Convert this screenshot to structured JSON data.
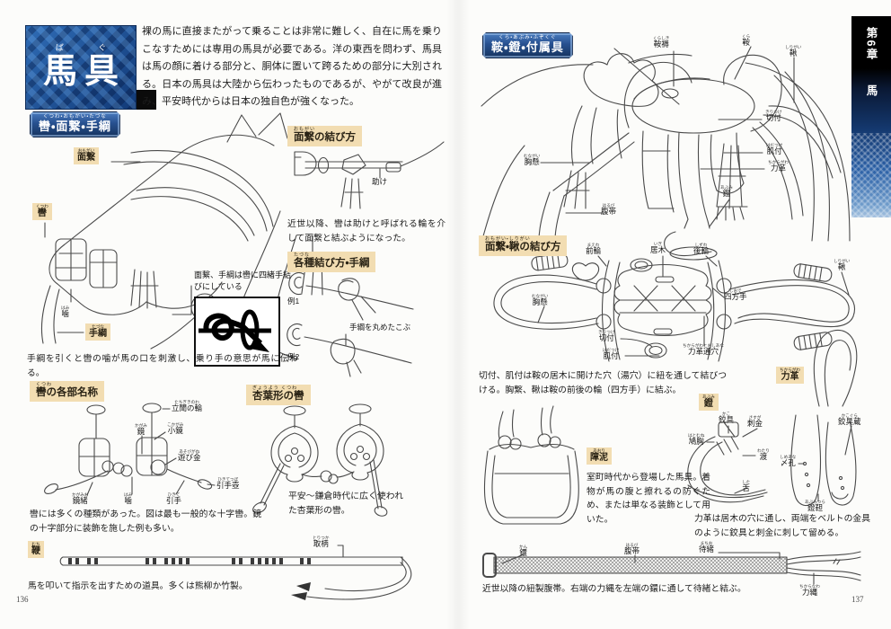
{
  "meta": {
    "page_left": "136",
    "page_right": "137",
    "chapter": {
      "no": "第6章",
      "subject": "馬"
    }
  },
  "colors": {
    "header_blue": "#1e3f7d",
    "badge_tan": "#f2ddb2",
    "ink": "#1c1c1c",
    "line": "#4b4b4b"
  },
  "title_block": {
    "furigana": "ば ぐ",
    "title": "馬具"
  },
  "intro": {
    "text": "裸の馬に直接またがって乗ることは非常に難しく、自在に馬を乗りこなすためには専用の馬具が必要である。洋の東西を問わず、馬具は馬の顔に着ける部分と、胴体に置いて跨るための部分に大別される。日本の馬具は大陸から伝わったものであるが、やがて改良が進み、平安時代からは日本の独自色が強くなった。"
  },
  "left": {
    "h_bridle": {
      "f": "くつわ・おもがい・たづな",
      "t": "轡・面繋・手綱"
    },
    "bridle": {
      "omogai": {
        "f": "おもがい",
        "t": "面繋"
      },
      "kutsuwa": {
        "f": "くつわ",
        "t": "轡"
      },
      "hami": {
        "f": "はみ",
        "t": "噛"
      },
      "tazuna": {
        "f": "たづな",
        "t": "手綱"
      },
      "note": "面繋、手綱は轡に四緒手結びにしている",
      "caption": "手綱を引くと轡の噛が馬の口を刺激し、乗り手の意思が馬に伝わる。"
    },
    "knot_how": {
      "header": {
        "f": "おもがい",
        "t": "面繋の結び方"
      },
      "tasuke": "助け",
      "caption": "近世以降、轡は助けと呼ばれる輪を介して面繋と結ぶようになった。"
    },
    "knot_kinds": {
      "header": {
        "f": "たづな",
        "t": "各種結び方・手綱"
      },
      "rei1": "例1",
      "rei2": "例2",
      "kobu": "手綱を丸めたこぶ"
    },
    "bit_parts": {
      "header": {
        "f": "くつわ",
        "t": "轡の各部名称"
      },
      "labels": [
        {
          "f": "たちぎきのわ",
          "t": "立聞の輪"
        },
        {
          "f": "かがみ",
          "t": "鏡"
        },
        {
          "f": "こかがみ",
          "t": "小鏡"
        },
        {
          "f": "あそびがね",
          "t": "遊び金"
        },
        {
          "f": "ひきてつぼ",
          "t": "引手壺"
        },
        {
          "f": "かがみお",
          "t": "鏡緒"
        },
        {
          "f": "はみ",
          "t": "噛"
        },
        {
          "f": "ひきて",
          "t": "引手"
        }
      ],
      "caption": "轡には多くの種類があった。図は最も一般的な十字轡。鏡の十字部分に装飾を施した例も多い。"
    },
    "gyoyo": {
      "header": {
        "f": "ぎょうよう くつわ",
        "t": "杏葉形の轡"
      },
      "caption": "平安～鎌倉時代に広く使われた杏葉形の轡。"
    },
    "whip": {
      "badge": {
        "f": "むち",
        "t": "鞭"
      },
      "toritsuka": {
        "f": "とりつか",
        "t": "取柄"
      },
      "caption": "馬を叩いて指示を出すための道具。多くは熊柳か竹製。"
    }
  },
  "right": {
    "h_saddle": {
      "f": "くら・あぶみ・ふぞくぐ",
      "t": "鞍・鐙・付属具"
    },
    "horse": {
      "labels": [
        {
          "f": "くらしき",
          "t": "鞍褥"
        },
        {
          "f": "くら",
          "t": "鞍"
        },
        {
          "f": "しりがい",
          "t": "鞦"
        },
        {
          "f": "きりつけ",
          "t": "切付"
        },
        {
          "f": "はだつけ",
          "t": "肌付"
        },
        {
          "f": "ちからがわ",
          "t": "力革"
        },
        {
          "f": "あぶみ",
          "t": "鐙"
        },
        {
          "f": "むながい",
          "t": "胸懸"
        },
        {
          "f": "はるび",
          "t": "腹帯"
        }
      ]
    },
    "tie": {
      "header": {
        "f": "おもがい・しりがい",
        "t": "面繋・鞦の結び方"
      },
      "labels": [
        {
          "f": "まえわ",
          "t": "前輪"
        },
        {
          "f": "いぎ",
          "t": "居木"
        },
        {
          "f": "しずわ",
          "t": "後輪"
        },
        {
          "f": "しりがい",
          "t": "鞦"
        },
        {
          "f": "むながい",
          "t": "胸懸"
        },
        {
          "f": "しおで",
          "t": "四方手"
        },
        {
          "f": "きりつけ",
          "t": "切付"
        },
        {
          "f": "はだつけ",
          "t": "肌付"
        },
        {
          "f": "ちからがわとおしあな",
          "t": "力革通穴"
        }
      ],
      "caption": "切付、肌付は鞍の居木に開けた穴（湯穴）に紐を通して結びつける。胸繋、鞦は鞍の前後の輪（四方手）に結ぶ。"
    },
    "aori": {
      "badge": {
        "f": "あおり",
        "t": "障泥"
      },
      "caption": "室町時代から登場した馬具。着物が馬の腹と擦れるの防ぐため、または単なる装飾として用いた。"
    },
    "chikaragawa": {
      "f": "ちからがわ",
      "t": "力革"
    },
    "abumi": {
      "badge": {
        "f": "あぶみ",
        "t": "鐙"
      },
      "labels": [
        {
          "f": "かこ",
          "t": "鉸具"
        },
        {
          "f": "さすが",
          "t": "刺金"
        },
        {
          "f": "はとむね",
          "t": "鳩胸"
        },
        {
          "f": "わたり",
          "t": "渡"
        },
        {
          "f": "した",
          "t": "舌"
        },
        {
          "f": "しめあな",
          "t": "〆孔"
        },
        {
          "f": "かこぐら",
          "t": "鉸具蔵"
        },
        {
          "f": "あぶみつら",
          "t": "鐙靼"
        }
      ],
      "caption": "力革は居木の穴に通し、両端をベルトの金具のように鉸具と刺金に刺して留める。"
    },
    "belt": {
      "labels": [
        {
          "f": "かん",
          "t": "鐶"
        },
        {
          "f": "はるび",
          "t": "腹帯"
        },
        {
          "f": "まちお",
          "t": "待緒"
        },
        {
          "f": "ちからなわ",
          "t": "力縄"
        }
      ],
      "caption": "近世以降の紐製腹帯。右端の力縄を左端の鐶に通して待緒と結ぶ。"
    }
  }
}
